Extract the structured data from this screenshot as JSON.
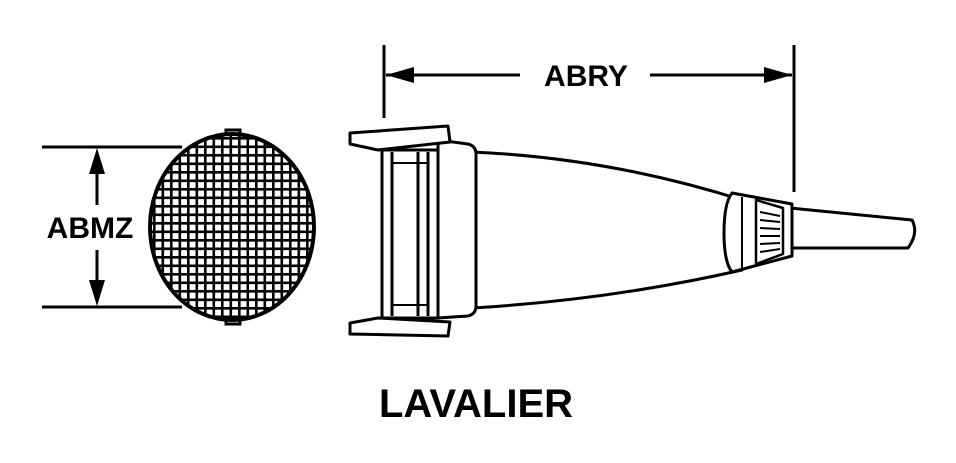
{
  "diagram": {
    "labels": {
      "width_dimension": "ABRY",
      "height_dimension": "ABMZ",
      "caption": "LAVALIER"
    }
  }
}
